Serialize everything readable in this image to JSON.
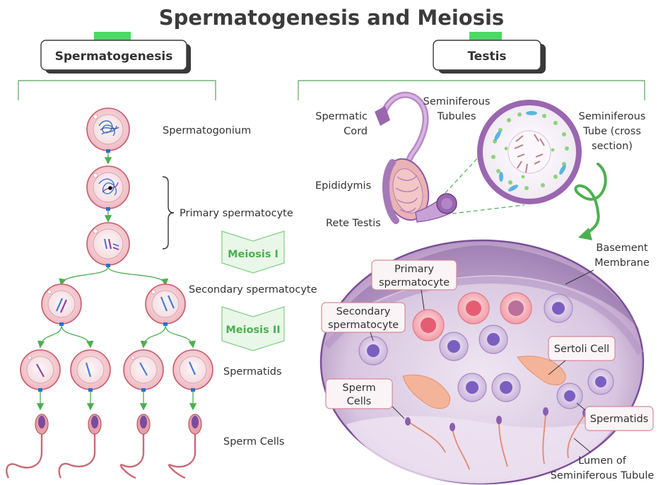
{
  "title": "Spermatogenesis and Meiosis",
  "left_panel": {
    "header": "Spermatogenesis",
    "stages": {
      "spermatogonium": "Spermatogonium",
      "primary": "Primary spermatocyte",
      "secondary": "Secondary spermatocyte",
      "spermatids": "Spermatids",
      "sperm": "Sperm Cells"
    },
    "meiosis1": "Meiosis I",
    "meiosis2": "Meiosis II"
  },
  "right_panel": {
    "header": "Testis",
    "labels": {
      "cord_1": "Spermatic",
      "cord_2": "Cord",
      "tubules_1": "Seminiferous",
      "tubules_2": "Tubules",
      "tube_1": "Seminiferous",
      "tube_2": "Tube (cross",
      "tube_3": "section)",
      "epididymis": "Epididymis",
      "rete": "Rete Testis",
      "basement_1": "Basement",
      "basement_2": "Membrane",
      "lumen_1": "Lumen of",
      "lumen_2": "Seminiferous Tubule"
    },
    "callouts": {
      "primary_1": "Primary",
      "primary_2": "spermatocyte",
      "secondary_1": "Secondary",
      "secondary_2": "spermatocyte",
      "sertoli": "Sertoli Cell",
      "sperm_1": "Sperm",
      "sperm_2": "Cells",
      "spermatids": "Spermatids"
    }
  },
  "colors": {
    "cell_fill": "#f6d3d7",
    "cell_border": "#c85a6a",
    "arrow_green": "#4caf50",
    "tubule_purple": "#9a66b0",
    "lumen_fill": "#d9c8e3",
    "sertoli": "#f4b8a0"
  }
}
